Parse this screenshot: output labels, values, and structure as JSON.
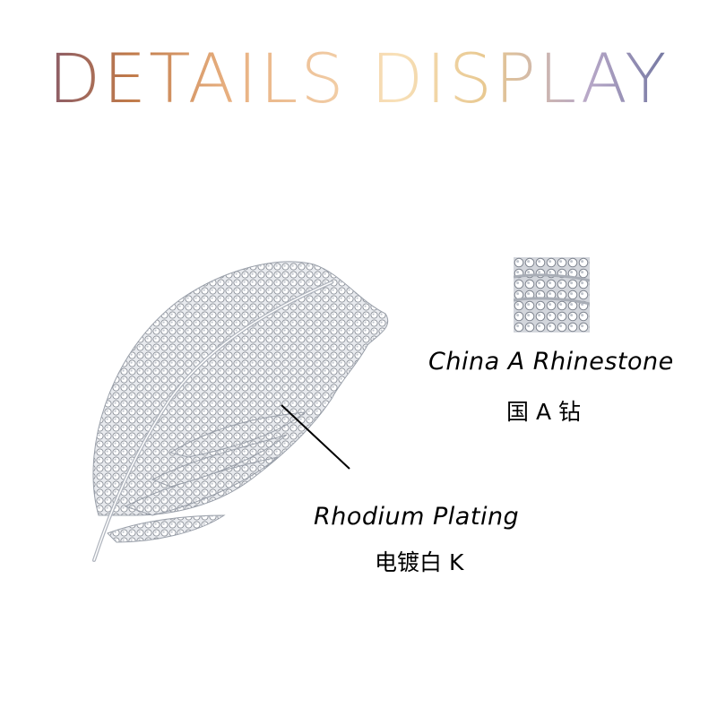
{
  "header": {
    "title": "DETAILS DISPLAY"
  },
  "features": [
    {
      "label_en": "China A Rhinestone",
      "label_cn": "国 A 钻"
    },
    {
      "label_en": "Rhodium Plating",
      "label_cn": "电镀白 K"
    }
  ],
  "images": {
    "product": "rhinestone-leaf-brooch",
    "swatch": "rhinestone-closeup"
  },
  "colors": {
    "background": "#ffffff",
    "text": "#000000",
    "metal": "#c9ccd2"
  }
}
